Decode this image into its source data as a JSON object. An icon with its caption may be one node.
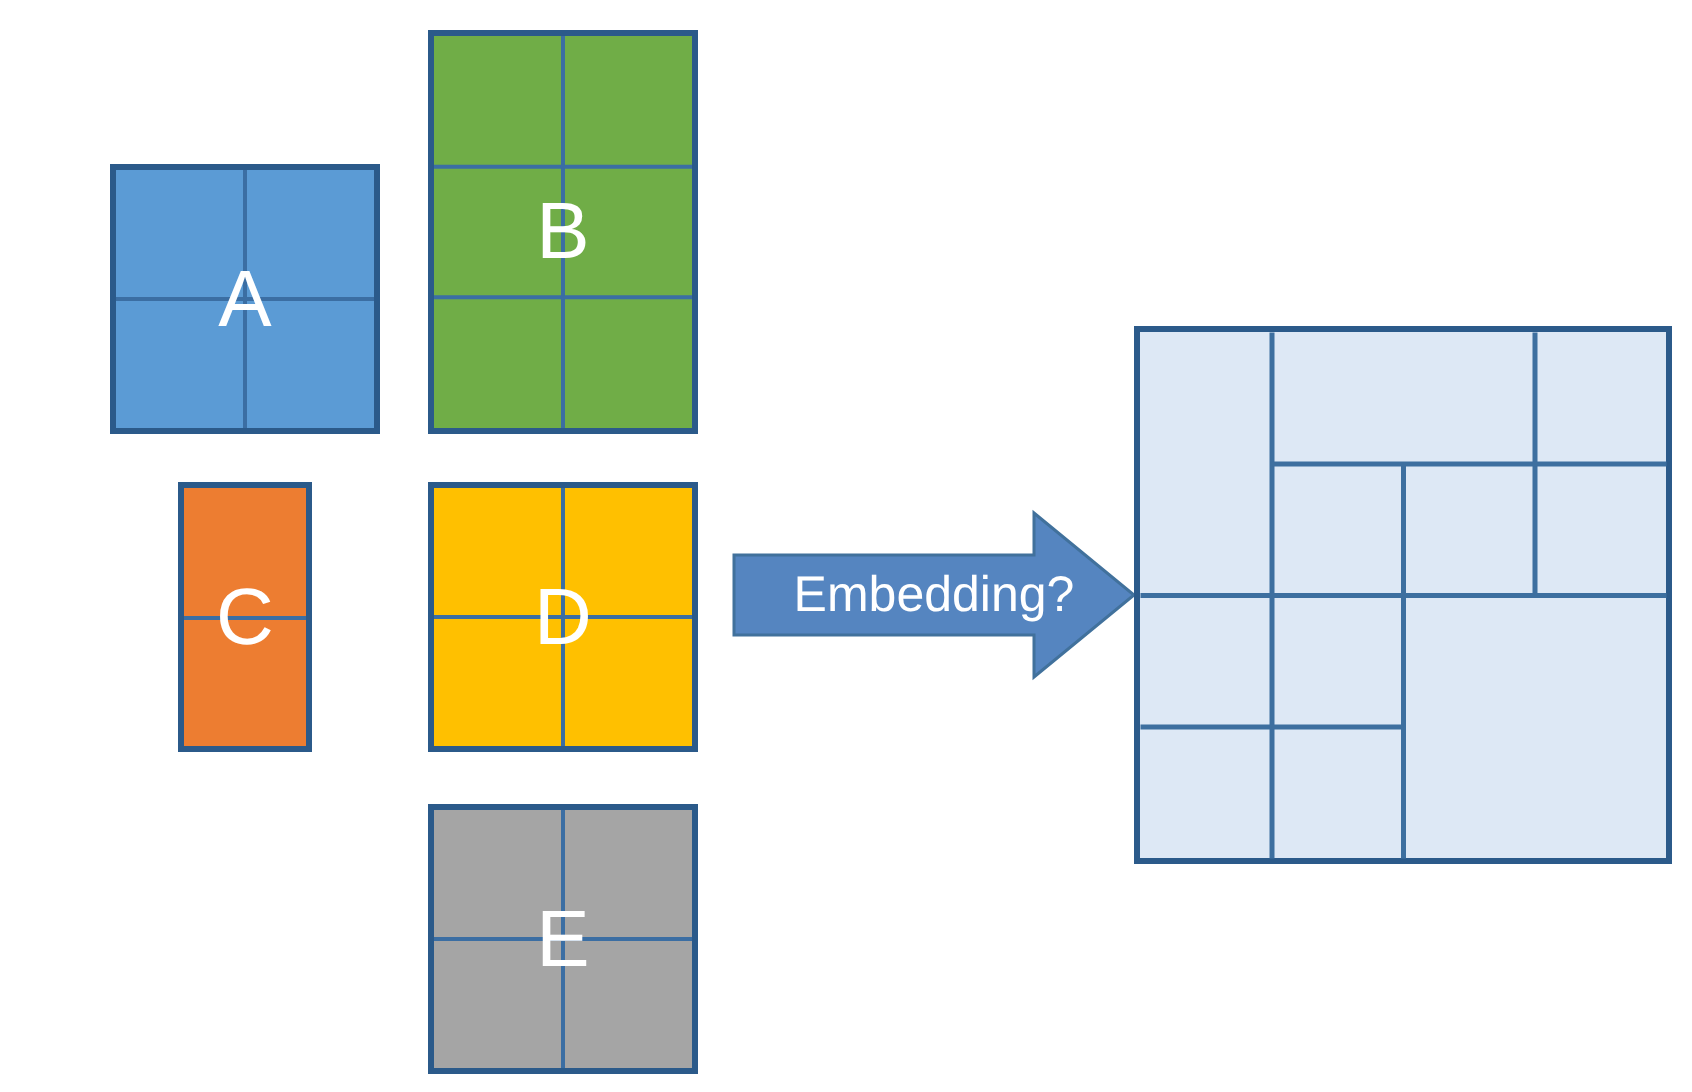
{
  "diagram": {
    "nodes": [
      {
        "text": [
          "A"
        ]
      },
      {
        "text": [
          "B"
        ]
      },
      {
        "text": [
          "C"
        ]
      },
      {
        "text": [
          "D"
        ]
      },
      {
        "text": [
          "E"
        ]
      },
      {
        "text": [],
        "shape": "box"
      }
    ],
    "edges": [
      {
        "from": null,
        "to": 5,
        "arrow": "to",
        "style": "thick",
        "label": "Embedding?"
      }
    ]
  }
}
